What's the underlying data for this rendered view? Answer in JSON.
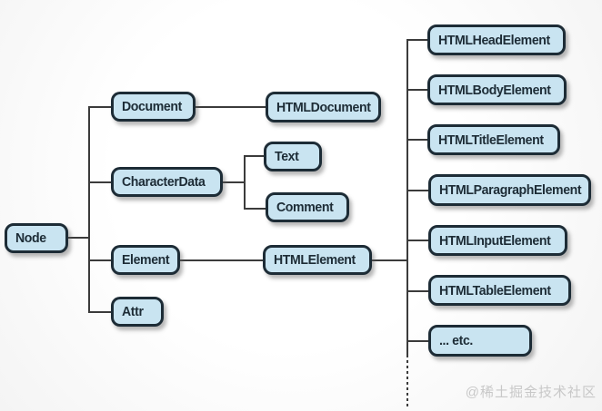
{
  "diagram": {
    "title_hint": "DOM Node type hierarchy",
    "nodes": {
      "node": "Node",
      "document": "Document",
      "character_data": "CharacterData",
      "element": "Element",
      "attr": "Attr",
      "html_document": "HTMLDocument",
      "text": "Text",
      "comment": "Comment",
      "html_element": "HTMLElement",
      "html_head_element": "HTMLHeadElement",
      "html_body_element": "HTMLBodyElement",
      "html_title_element": "HTMLTitleElement",
      "html_paragraph_element": "HTMLParagraphElement",
      "html_input_element": "HTMLInputElement",
      "html_table_element": "HTMLTableElement",
      "etc": "... etc."
    },
    "colors": {
      "box_fill": "#c9e4f1",
      "box_border": "#1d2c36",
      "line": "#3b3b3b",
      "watermark": "#c8c8c8"
    }
  },
  "watermark": "@稀土掘金技术社区"
}
